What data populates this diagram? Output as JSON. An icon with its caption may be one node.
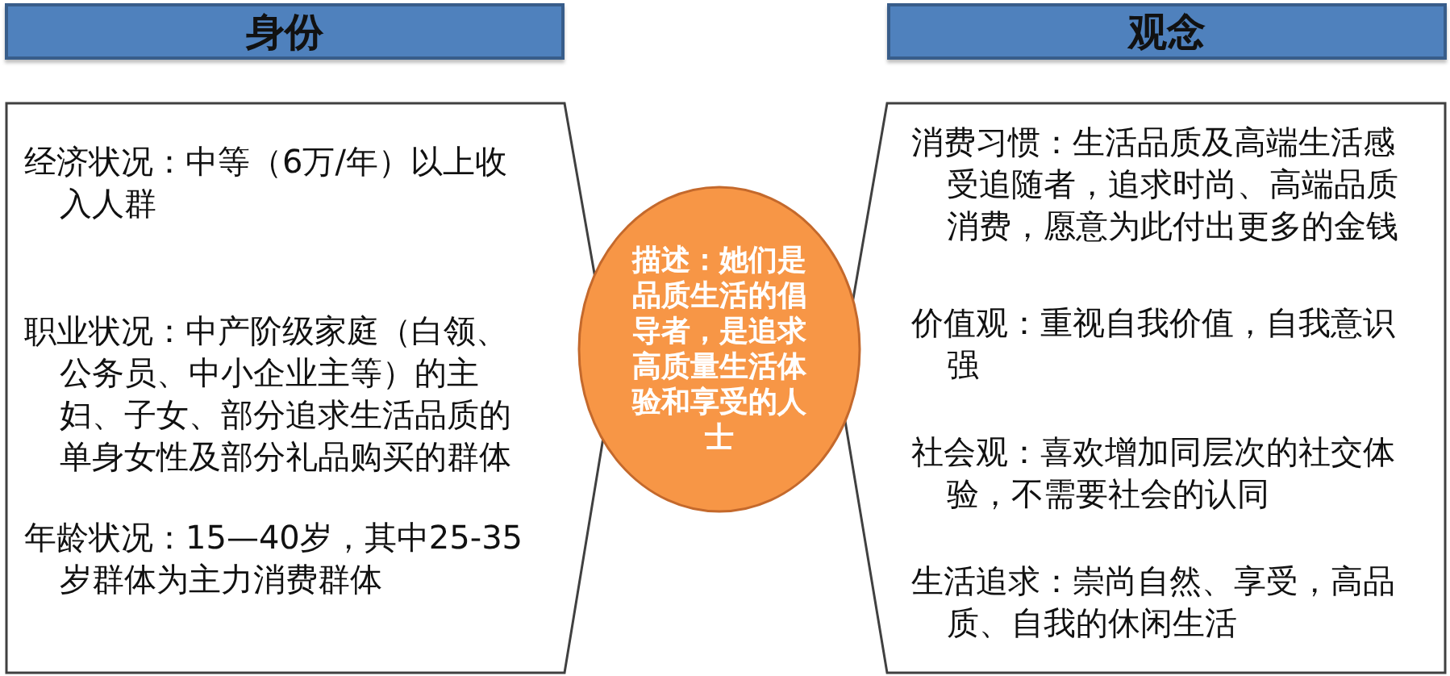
{
  "diagram": {
    "nodes": [
      {
        "text": [
          "身份"
        ]
      },
      {
        "text": [
          "观念"
        ]
      },
      {
        "text": [
          "经济状况：中等（6万/年）以上收入人群",
          "职业状况：中产阶级家庭（白领、公务员、中小企业主等）的主妇、子女、部分追求生活品质的单身女性及部分礼品购买的群体",
          "年龄状况：15—40岁，其中25-35岁群体为主力消费群体"
        ]
      },
      {
        "text": [
          "描述：她们是品质生活的倡导者，是追求高质量生活体验和享受的人士"
        ]
      },
      {
        "text": [
          "消费习惯：生活品质及高端生活感受追随者，追求时尚、高端品质消费，愿意为此付出更多的金钱",
          "价值观：重视自我价值，自我意识强",
          "社会观：喜欢增加同层次的社交体验，不需要社会的认同",
          "生活追求：崇尚自然、享受，高品质、自我的休闲生活"
        ]
      }
    ]
  }
}
